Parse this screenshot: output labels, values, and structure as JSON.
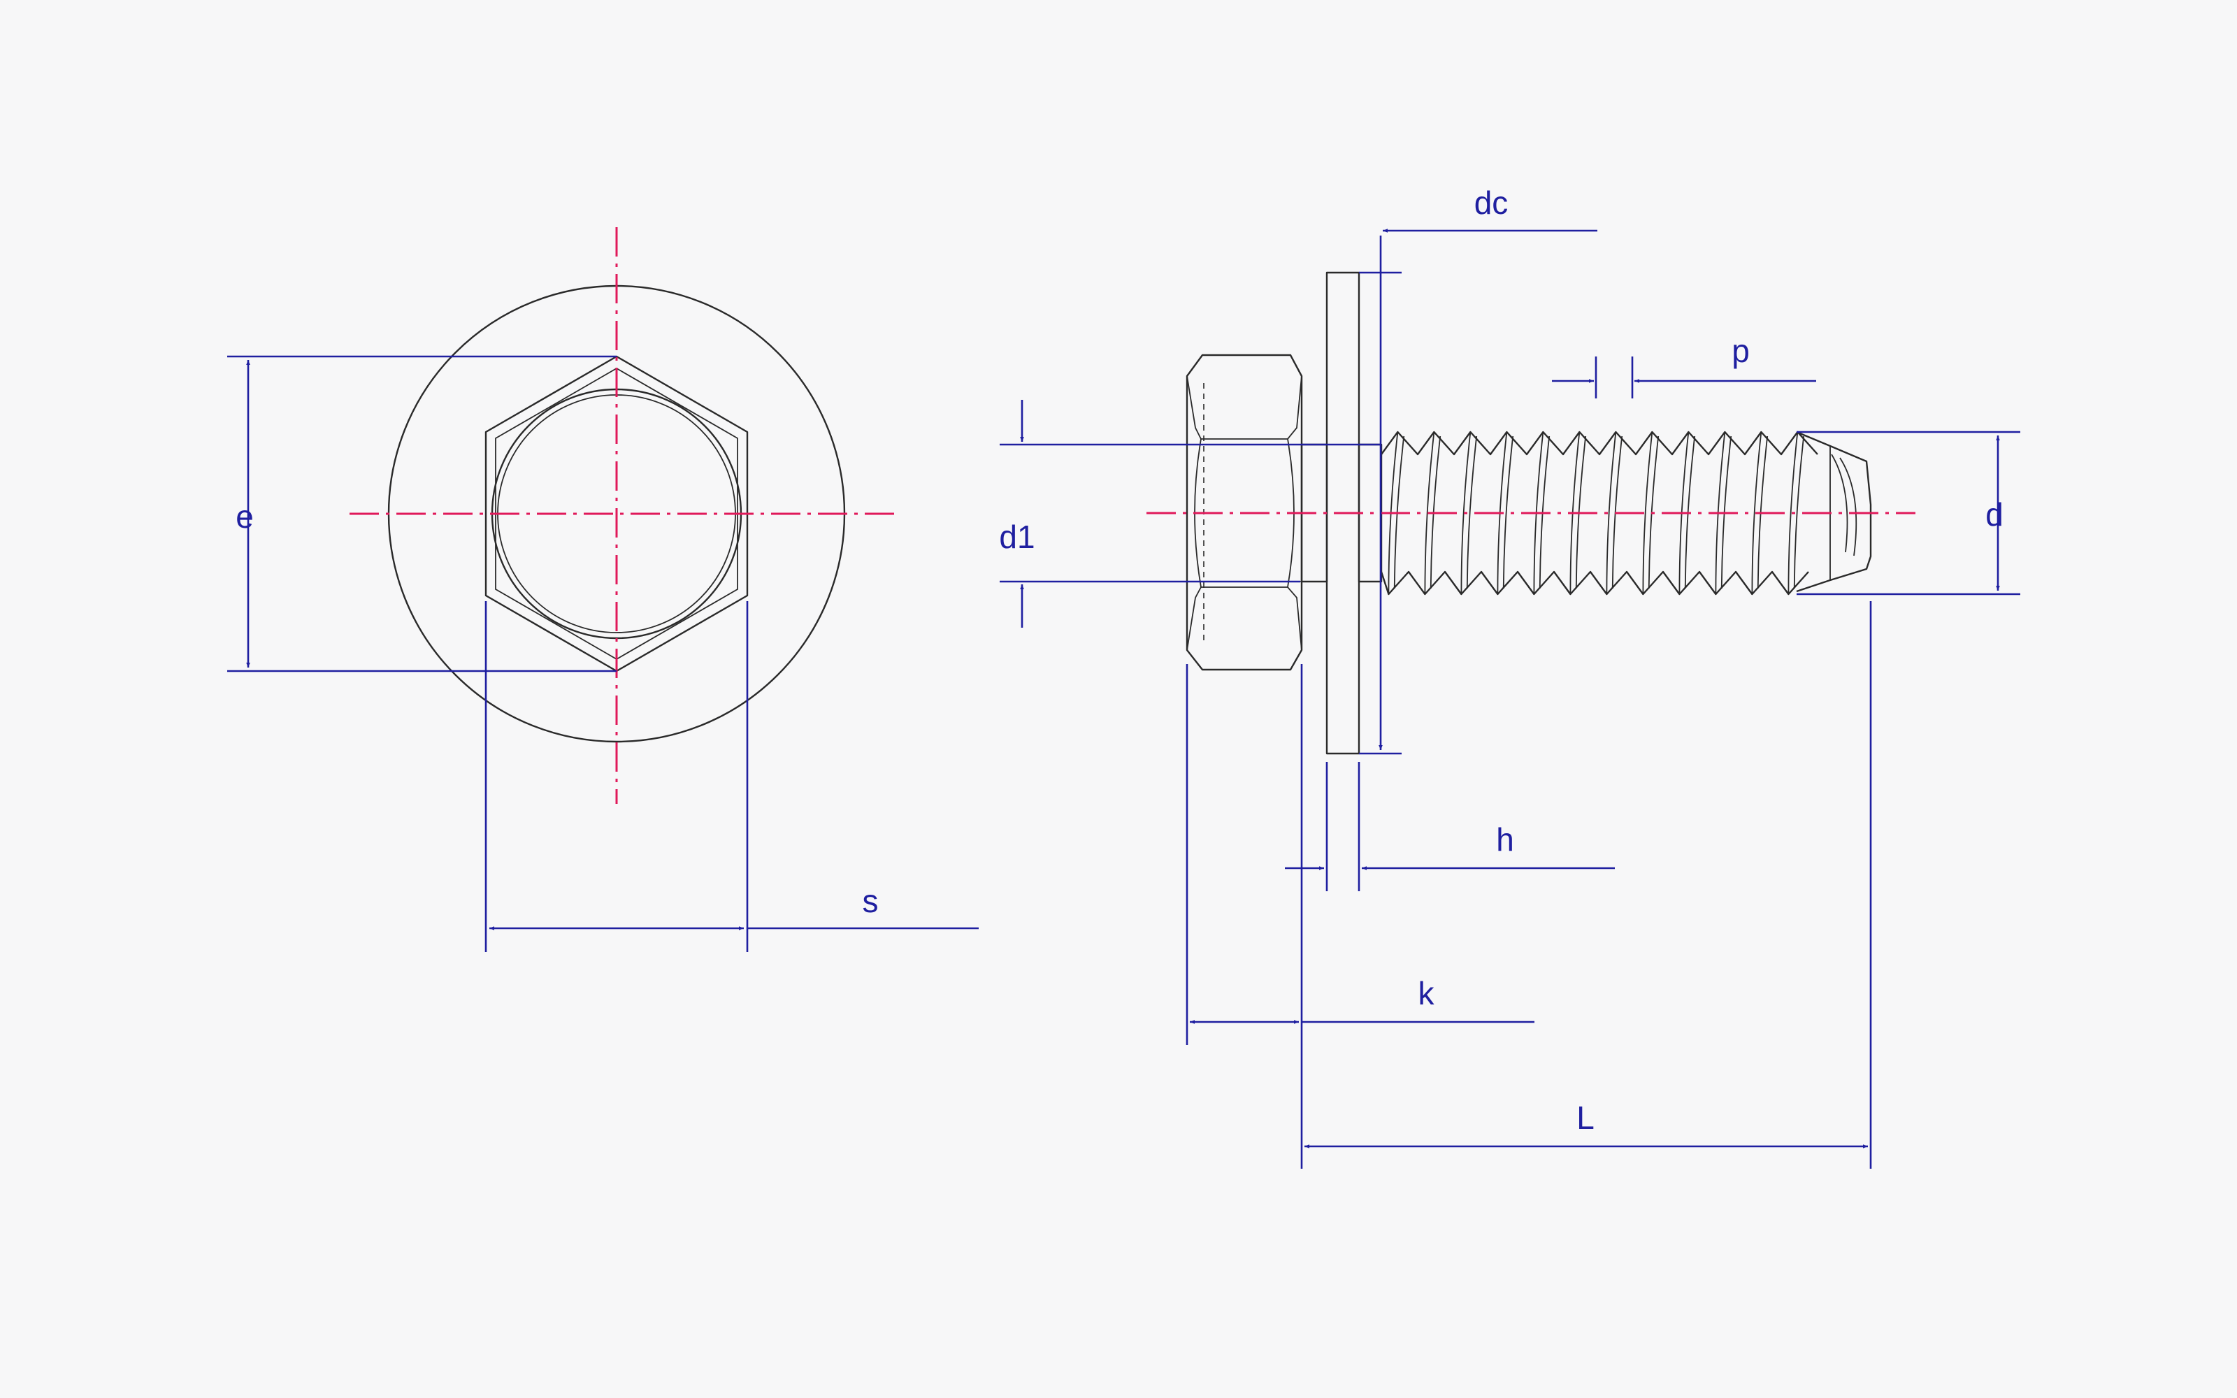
{
  "colors": {
    "background": "#f7f7f8",
    "outline": "#2a2a2a",
    "dimension": "#1f1fa0",
    "centerline": "#e0195a"
  },
  "labels": {
    "e": "e",
    "s": "s",
    "dc": "dc",
    "p": "p",
    "d1": "d1",
    "d": "d",
    "h": "h",
    "k": "k",
    "L": "L"
  }
}
